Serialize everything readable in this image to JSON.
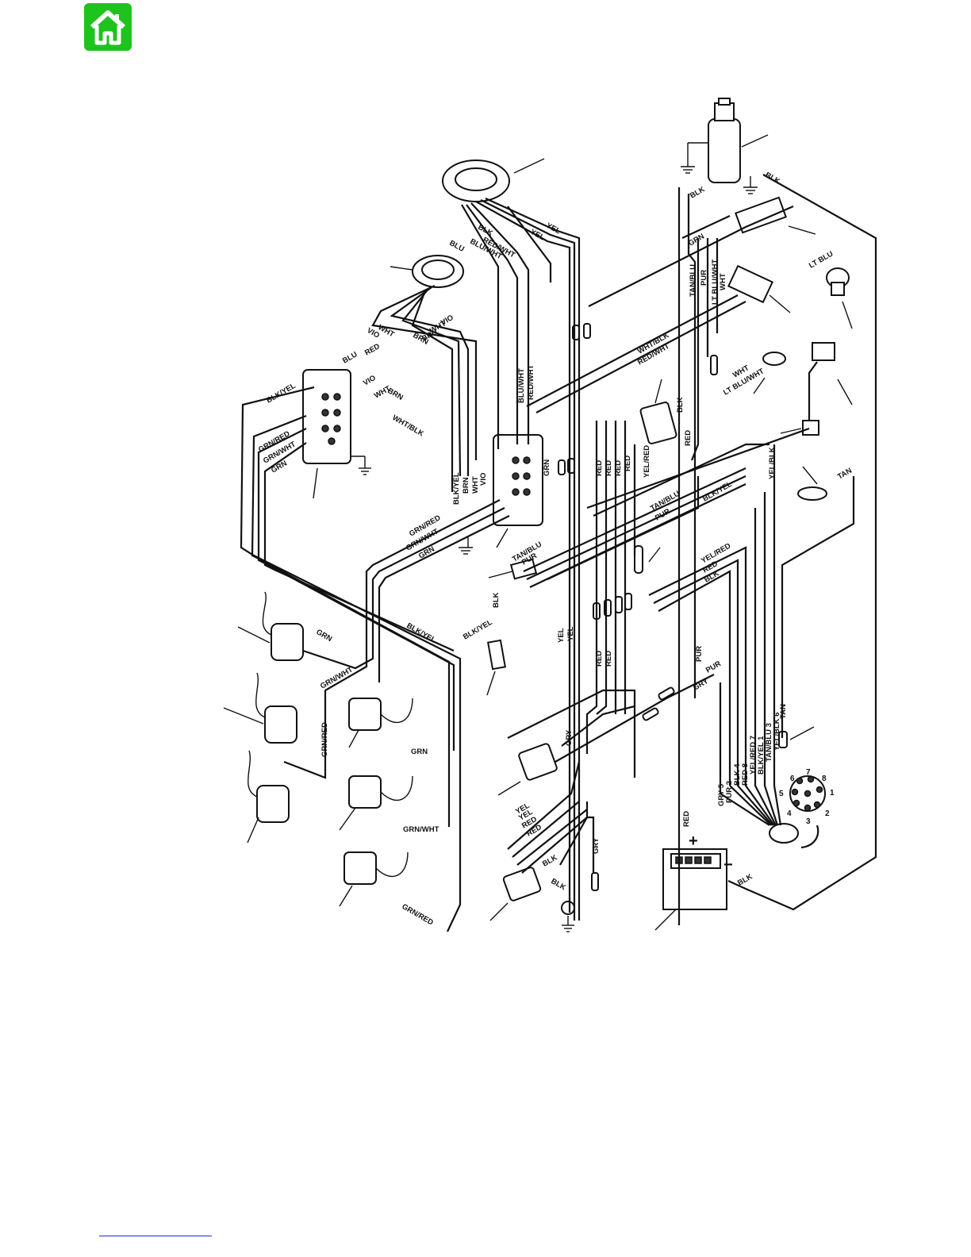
{
  "nav": {
    "home_icon": "home-icon",
    "accent": "#1ec31e"
  },
  "wire_labels": {
    "stator": [
      "YEL",
      "BLK",
      "YEL",
      "RED/WHT",
      "BLU/WHT",
      "BLU"
    ],
    "trigger": [
      "VIO",
      "WHT",
      "BRN",
      "WHT",
      "VIO",
      "BRN",
      "BLU",
      "RED",
      "VIO",
      "WHT",
      "BRN",
      "WHT/BLK"
    ],
    "switchbox_left": [
      "BLK/YEL",
      "GRN/RED",
      "GRN/WHT",
      "GRN"
    ],
    "switchbox_right": [
      "BLK/YEL",
      "BRN",
      "WHT",
      "VIO",
      "GRN",
      "BLU/WHT",
      "RED/WHT"
    ],
    "harness_mid": [
      "GRN/RED",
      "GRN/WHT",
      "GRN",
      "TAN/BLU",
      "PUR",
      "BLK",
      "BLK/YEL",
      "YEL",
      "YEL"
    ],
    "coils": [
      "GRN",
      "GRN/WHT",
      "GRN/RED",
      "GRN",
      "GRN/WHT",
      "GRN/RED",
      "BLK/YEL"
    ],
    "top_right": [
      "BLK",
      "BLK",
      "GRN",
      "TAN/BLU",
      "PUR",
      "LT BLU/WHT",
      "WHT",
      "LT BLU",
      "WHT/BLK",
      "RED/WHT",
      "WHT",
      "LT BLU/WHT"
    ],
    "center": [
      "RED",
      "RED",
      "RED",
      "RED",
      "YEL/RED",
      "RED",
      "BLK",
      "TAN/BLU",
      "PUR",
      "BLK/YEL",
      "YEL/RED",
      "RED",
      "BLK",
      "RED",
      "RED",
      "YEL/BLK",
      "TAN"
    ],
    "bottom": [
      "GRY",
      "PUR",
      "PUR",
      "GRY",
      "YEL",
      "YEL",
      "RED",
      "RED",
      "BLK",
      "BLK",
      "GRY",
      "RED",
      "BLK"
    ],
    "plug_wires": [
      "GRY 5",
      "PUR 2",
      "BLK 4",
      "RED 8",
      "YEL/RED 7",
      "BLK/YEL 1",
      "TAN/BLU 3",
      "YEL/BLK 6",
      "TAN"
    ]
  },
  "plug_pins": [
    "1",
    "2",
    "3",
    "4",
    "5",
    "6",
    "7",
    "8"
  ],
  "battery": {
    "positive": "+",
    "negative": "−"
  }
}
